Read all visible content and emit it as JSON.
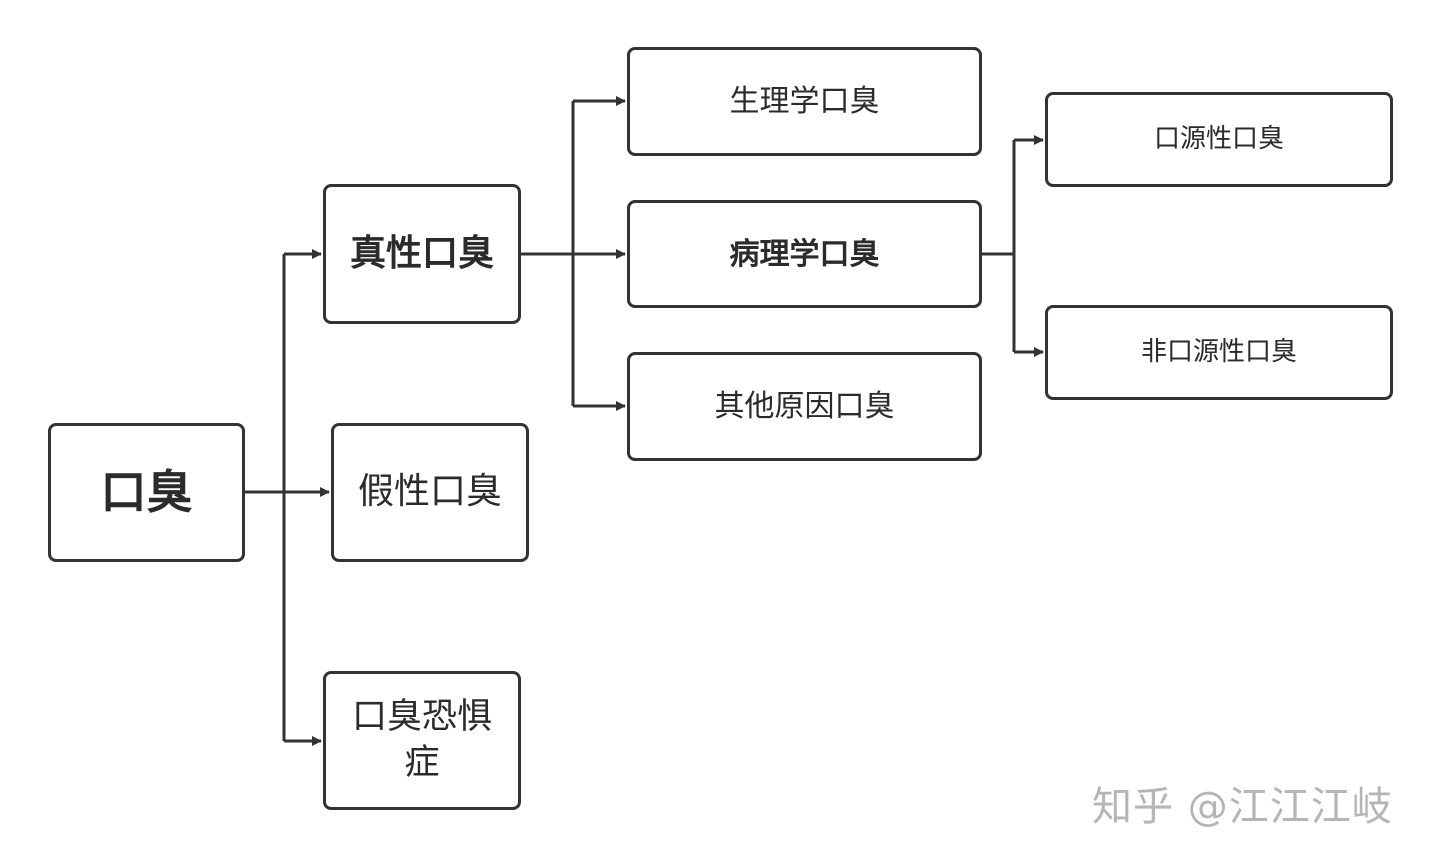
{
  "nodes": {
    "root": "口臭",
    "true_halitosis": "真性口臭",
    "pseudo_halitosis": "假性口臭",
    "halitophobia": "口臭恐惧症",
    "physiological": "生理学口臭",
    "pathological": "病理学口臭",
    "other_causes": "其他原因口臭",
    "oral_source": "口源性口臭",
    "non_oral_source": "非口源性口臭"
  },
  "watermark": "知乎 @江江江岐",
  "colors": {
    "stroke": "#333333",
    "text": "#2b2b2b",
    "watermark": "#b5b5b5",
    "background": "#ffffff"
  }
}
